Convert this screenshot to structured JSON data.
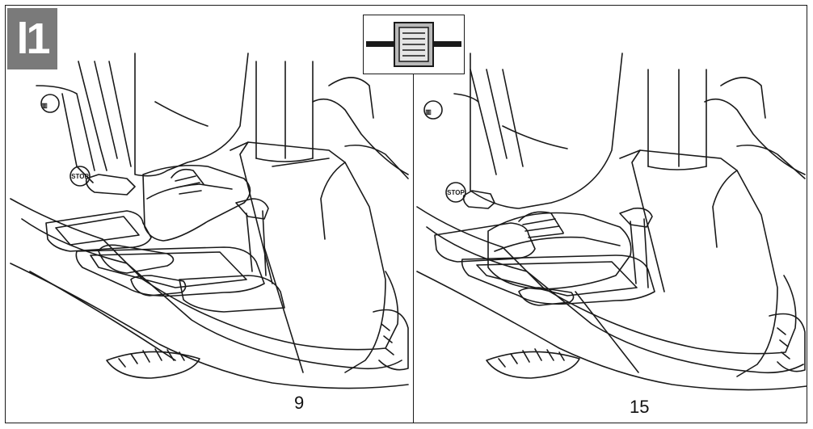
{
  "badge": {
    "label": "l1"
  },
  "callouts": {
    "left": "9",
    "right": "15"
  },
  "symbols": {
    "left_top": "lift-pedal-symbol",
    "left_stop": "STOP",
    "right_top": "lift-pedal-symbol",
    "right_stop": "STOP"
  },
  "colors": {
    "badge_bg": "#7a7a7a",
    "line": "#1a1a1a",
    "icon_fill": "#b9b9b9"
  }
}
